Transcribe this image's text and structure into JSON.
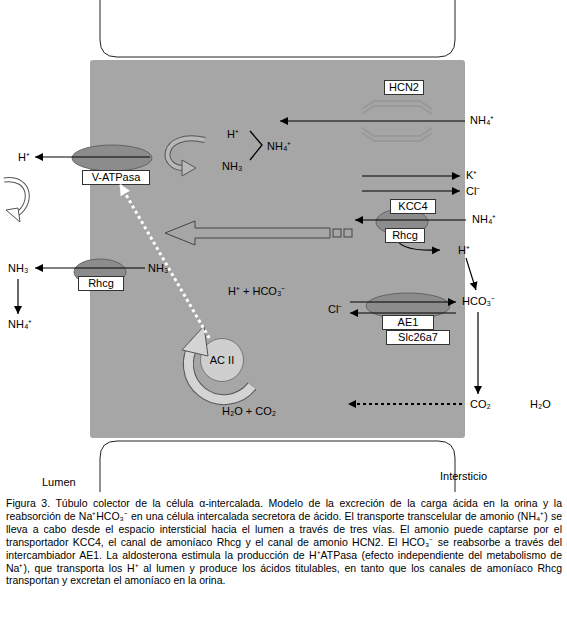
{
  "diagram": {
    "caption": "Figura 3. Túbulo colector de la célula α-intercalada. Modelo de la excreción de la carga ácida en la orina y la reabsorción de Na⁺HCO₃⁻ en una célula intercalada secretora de ácido. El transporte transcelular de amonio (NH₄⁺) se lleva a cabo desde el espacio intersticial hacia el lumen a través de tres vías. El amonio puede captarse por el transportador KCC4, el canal de amoníaco Rhcg y el canal de amonio HCN2. El HCO₃⁻ se reabsorbe a través del intercambiador AE1. La aldosterona estimula la producción de H⁺ATPasa (efecto independiente del metabolismo de Na⁺), que transporta los H⁺ al lumen y produce los ácidos titulables, en tanto que los canales de amoníaco Rhcg transportan y excretan el amoníaco en la orina.",
    "nodes": [
      {
        "text": [
          "H⁺",
          "NH₃",
          "NH₄⁺",
          "NH₃",
          "H⁺ + HCO₃⁻",
          "Cl⁻",
          "H₂O + CO₂"
        ]
      },
      {
        "text": [
          "HCN2"
        ]
      },
      {
        "text": [
          "V-ATPasa"
        ]
      },
      {
        "text": [
          "KCC4"
        ]
      },
      {
        "text": [
          "Rhcg"
        ]
      },
      {
        "text": [
          "Rhcg"
        ]
      },
      {
        "text": [
          "AE1"
        ]
      },
      {
        "text": [
          "Slc26a7"
        ]
      },
      {
        "text": [
          "AC II"
        ],
        "in": 0
      }
    ],
    "edges": [
      {
        "from": 8,
        "to": 2,
        "arrow": "to"
      }
    ],
    "labels": [
      "H⁺",
      "NH₄⁺",
      "K⁺",
      "Cl⁻",
      "NH₄⁺",
      "H⁺",
      "NH₃",
      "HCO₃⁻",
      "NH₄⁺",
      "CO₂",
      "H₂O",
      "Intersticio",
      "Lumen"
    ]
  }
}
